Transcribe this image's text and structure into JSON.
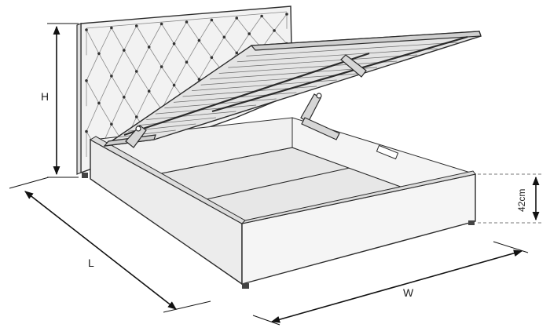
{
  "dimensions": {
    "height_label": "H",
    "length_label": "L",
    "width_label": "W",
    "clearance_label": "42cm"
  },
  "colors": {
    "stroke": "#2b2b2b",
    "headboard_fill": "#f2f2f2",
    "frame_fill": "#ececec",
    "slat_fill": "#e4e4e4",
    "storage_floor_fill": "#e7e7e7",
    "button_fill": "#333333",
    "dimension_line": "#111111",
    "dashed_guide": "#777777"
  }
}
